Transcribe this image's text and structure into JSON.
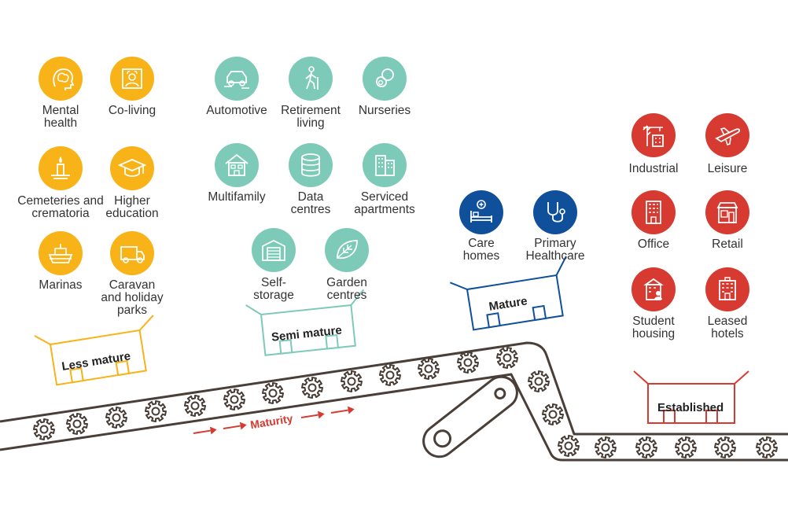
{
  "palette": {
    "orange": "#f7b318",
    "teal": "#7ecab9",
    "navy": "#10509a",
    "red": "#d63a30",
    "belt": "#4a3f38"
  },
  "stages": [
    {
      "label": "Less mature",
      "color": "#f7b318"
    },
    {
      "label": "Semi mature",
      "color": "#7ecab9"
    },
    {
      "label": "Mature",
      "color": "#10509a"
    },
    {
      "label": "Established",
      "color": "#d63a30"
    }
  ],
  "belt": {
    "direction_label": "Maturity"
  },
  "sectors": {
    "less_mature": [
      {
        "label_lines": [
          "Mental",
          "health"
        ],
        "icon": "brain-head-icon"
      },
      {
        "label_lines": [
          "Co-living"
        ],
        "icon": "people-frame-icon"
      },
      {
        "label_lines": [
          "Cemeteries and",
          "crematoria"
        ],
        "icon": "candle-icon"
      },
      {
        "label_lines": [
          "Higher",
          "education"
        ],
        "icon": "graduation-cap-icon"
      },
      {
        "label_lines": [
          "Marinas"
        ],
        "icon": "boat-icon"
      },
      {
        "label_lines": [
          "Caravan",
          "and holiday",
          "parks"
        ],
        "icon": "caravan-icon"
      }
    ],
    "semi_mature": [
      {
        "label_lines": [
          "Automotive"
        ],
        "icon": "car-icon"
      },
      {
        "label_lines": [
          "Retirement",
          "living"
        ],
        "icon": "walking-person-icon"
      },
      {
        "label_lines": [
          "Nurseries"
        ],
        "icon": "pacifier-icon"
      },
      {
        "label_lines": [
          "Multifamily"
        ],
        "icon": "house-icon"
      },
      {
        "label_lines": [
          "Data",
          "centres"
        ],
        "icon": "database-icon"
      },
      {
        "label_lines": [
          "Serviced",
          "apartments"
        ],
        "icon": "apartment-building-icon"
      },
      {
        "label_lines": [
          "Self-",
          "storage"
        ],
        "icon": "storage-unit-icon"
      },
      {
        "label_lines": [
          "Garden",
          "centres"
        ],
        "icon": "leaf-icon"
      }
    ],
    "mature": [
      {
        "label_lines": [
          "Care",
          "homes"
        ],
        "icon": "care-bed-icon"
      },
      {
        "label_lines": [
          "Primary",
          "Healthcare"
        ],
        "icon": "stethoscope-icon"
      }
    ],
    "established": [
      {
        "label_lines": [
          "Industrial"
        ],
        "icon": "crane-factory-icon"
      },
      {
        "label_lines": [
          "Leisure"
        ],
        "icon": "airplane-icon"
      },
      {
        "label_lines": [
          "Office"
        ],
        "icon": "office-building-icon"
      },
      {
        "label_lines": [
          "Retail"
        ],
        "icon": "shopfront-icon"
      },
      {
        "label_lines": [
          "Student",
          "housing"
        ],
        "icon": "student-building-icon"
      },
      {
        "label_lines": [
          "Leased",
          "hotels"
        ],
        "icon": "hotel-icon"
      }
    ]
  }
}
